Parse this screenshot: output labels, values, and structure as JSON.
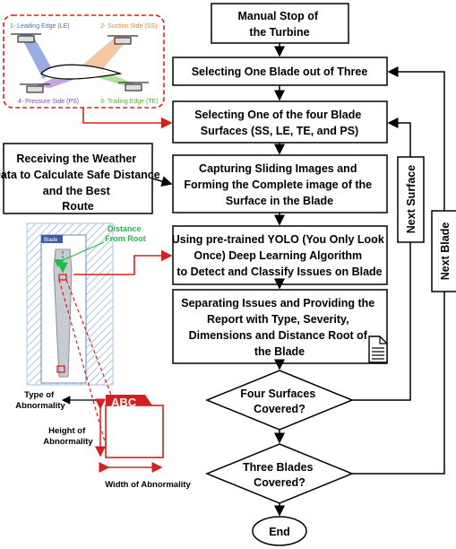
{
  "flowchart": {
    "step1": "Manual Stop of the Turbine",
    "step2": "Selecting One Blade out of Three",
    "step3": "Selecting One of the four Blade Surfaces (SS, LE, TE, and PS)",
    "step4": "Capturing Sliding Images and Forming the Complete image of the Surface in the Blade",
    "step5": "Using pre-trained YOLO (You Only Look Once) Deep Learning Algorithm to Detect and Classify Issues on Blade",
    "step6": "Separating Issues and Providing the Report with Type, Severity, Dimensions and Distance Root of the Blade",
    "decision1": "Four Surfaces Covered?",
    "decision2": "Three Blades Covered?",
    "end": "End",
    "next_surface": "Next Surface",
    "next_blade": "Next Blade"
  },
  "weather_box": "Receiving the Weather Data to Calculate Safe Distance and the Best Route",
  "drone_panel": {
    "le": "1- Leading Edge (LE)",
    "ss": "2- Suction Side (SS)",
    "te": "3- Trailing Edge (TE)",
    "ps": "4- Pressure Side (PS)"
  },
  "blade_panel": {
    "tag": "Blade",
    "distance_from_root": "Distance From Root",
    "abc": "ABC",
    "type_label": "Type of Abnormality",
    "height_label": "Height of Abnormality",
    "width_label": "Width of Abnormality"
  },
  "colors": {
    "accent_red": "#d62020",
    "green": "#22bb44",
    "le_beam": "#4466cc",
    "ss_beam": "#f0a060",
    "ps_beam": "#9a55cc",
    "te_beam": "#7ccc4c",
    "blade_tag": "#3b5aa8"
  }
}
